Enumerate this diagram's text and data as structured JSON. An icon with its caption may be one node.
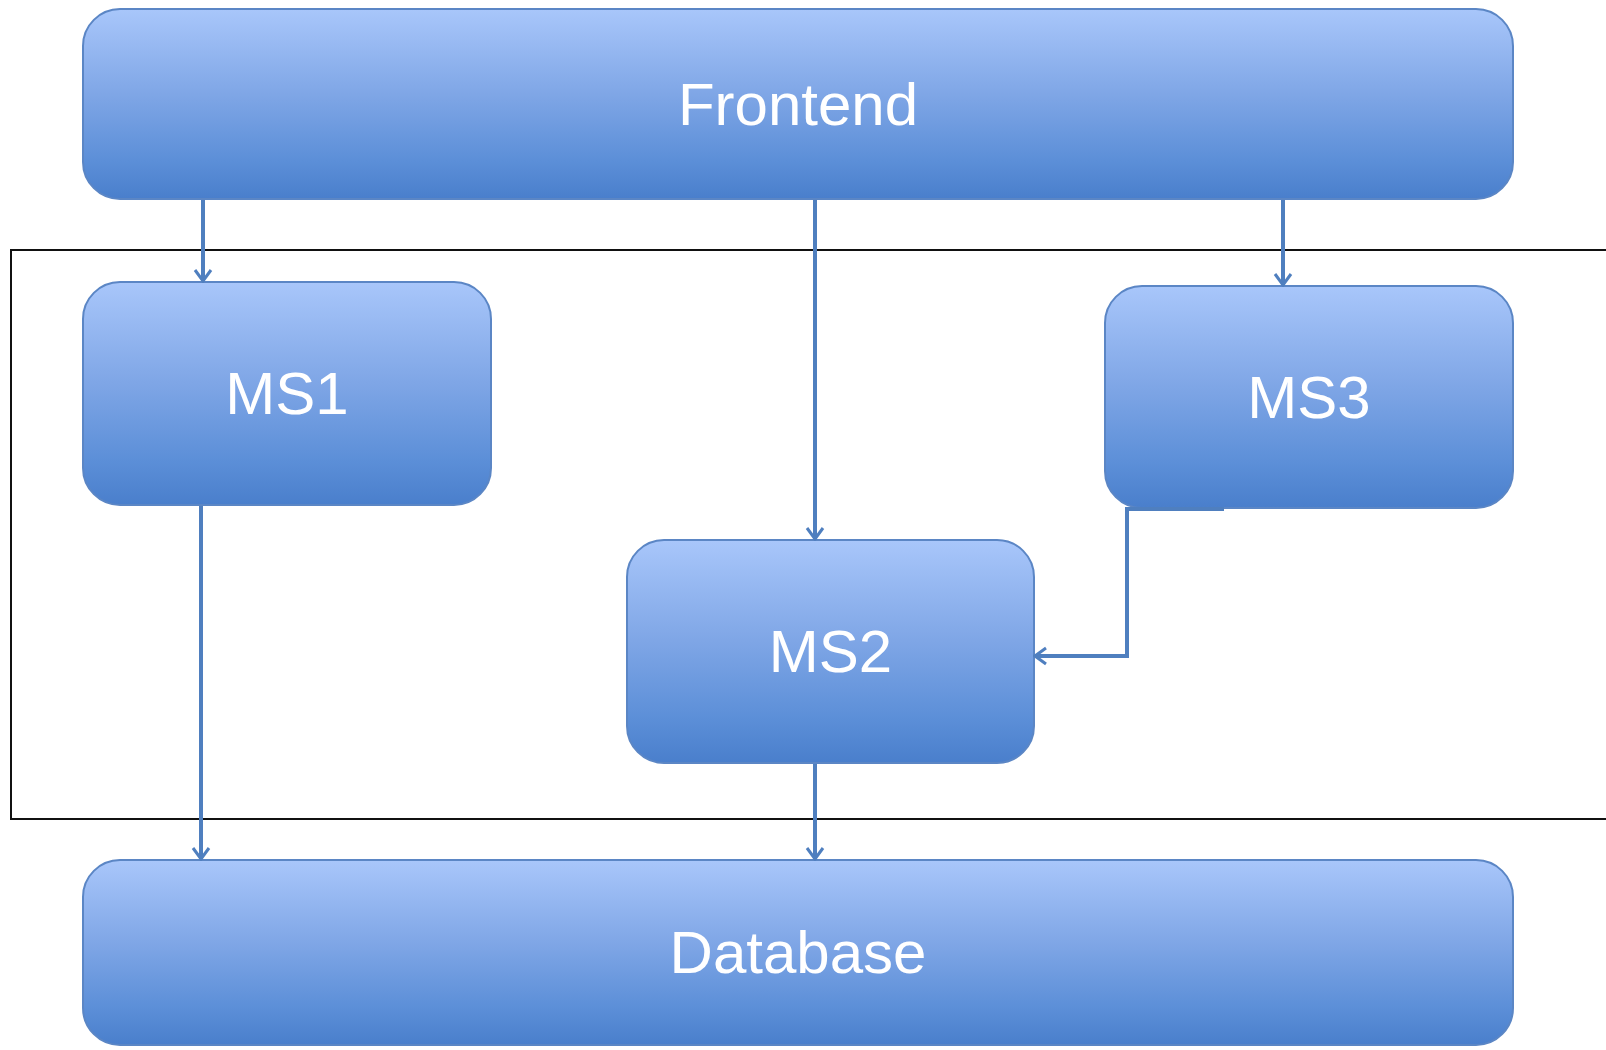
{
  "diagram": {
    "nodes": [
      {
        "text": [
          "Frontend"
        ]
      },
      {
        "text": [],
        "shape": "box"
      },
      {
        "text": [
          "MS1"
        ],
        "in": 1
      },
      {
        "text": [
          "MS3"
        ],
        "in": 1
      },
      {
        "text": [
          "MS2"
        ],
        "in": 1
      },
      {
        "text": [
          "Database"
        ]
      }
    ],
    "edges": [
      {
        "from": 0,
        "to": 2,
        "arrow": "to"
      },
      {
        "from": 0,
        "to": 4,
        "arrow": "to"
      },
      {
        "from": 0,
        "to": 3,
        "arrow": "to"
      },
      {
        "from": 3,
        "to": 4,
        "arrow": "to"
      },
      {
        "from": 2,
        "to": 5,
        "arrow": "to"
      },
      {
        "from": 4,
        "to": 5,
        "arrow": "to"
      }
    ]
  }
}
